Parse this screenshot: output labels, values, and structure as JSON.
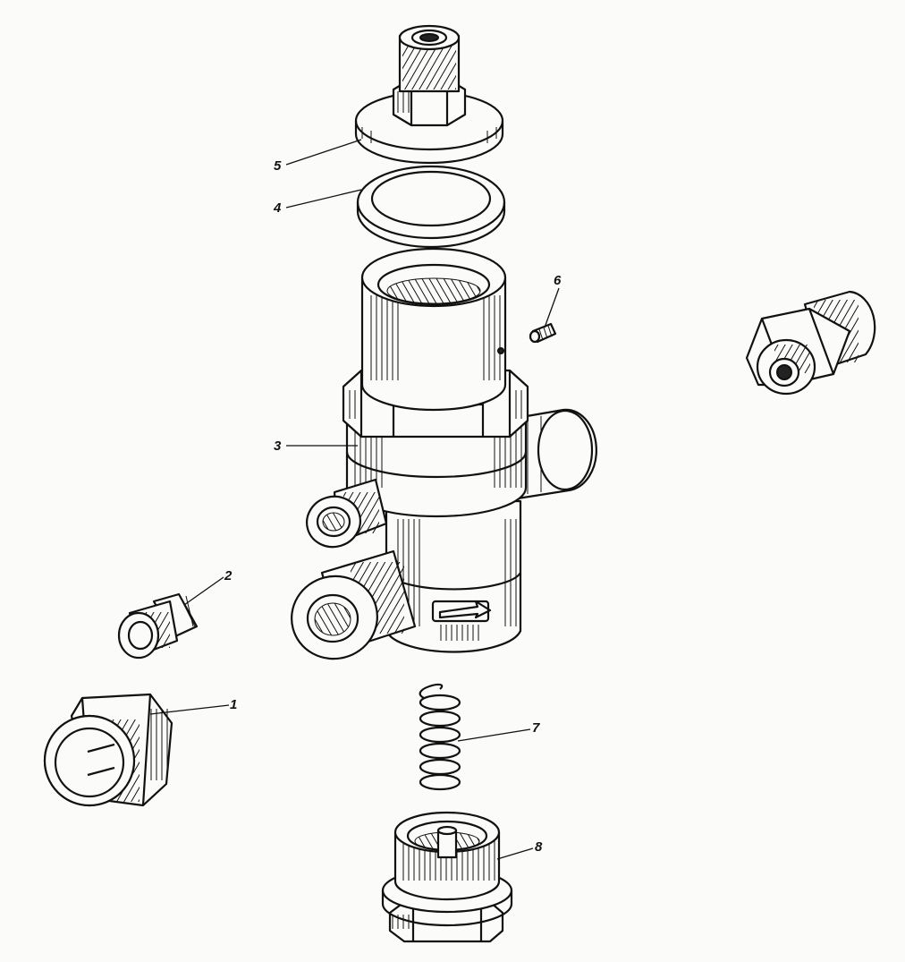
{
  "figure": {
    "callouts": [
      {
        "id": "1",
        "text": "1"
      },
      {
        "id": "2",
        "text": "2"
      },
      {
        "id": "3",
        "text": "3"
      },
      {
        "id": "4",
        "text": "4"
      },
      {
        "id": "5",
        "text": "5"
      },
      {
        "id": "6",
        "text": "6"
      },
      {
        "id": "7",
        "text": "7"
      },
      {
        "id": "8",
        "text": "8"
      }
    ],
    "colors": {
      "ink": "#111111",
      "paper": "#fbfbf9"
    }
  }
}
